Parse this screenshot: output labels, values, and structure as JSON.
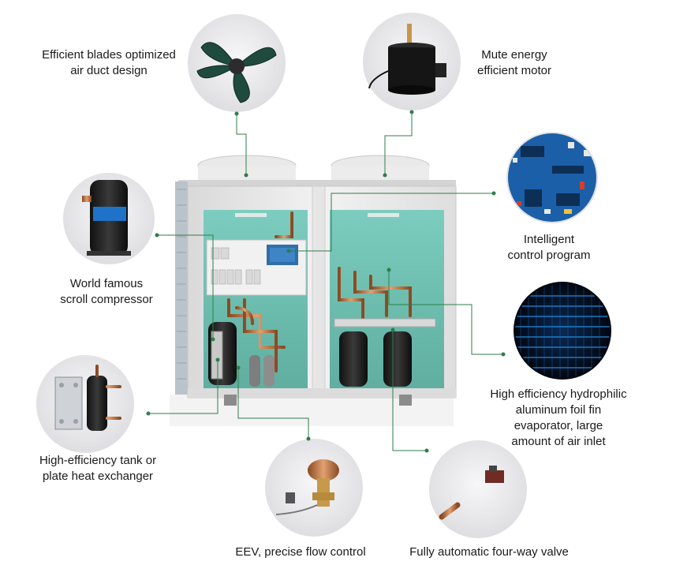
{
  "callouts": {
    "blades": [
      "Efficient blades optimized",
      "air duct design"
    ],
    "motor": [
      "Mute energy",
      "efficient motor"
    ],
    "compressor": [
      "World famous",
      "scroll compressor"
    ],
    "control": [
      "Intelligent",
      "control program"
    ],
    "evaporator": [
      "High efficiency hydrophilic",
      "aluminum foil fin",
      "evaporator, large",
      "amount of air inlet"
    ],
    "exchanger": [
      "High-efficiency tank or",
      "plate heat exchanger"
    ],
    "eev": [
      "EEV, precise flow control"
    ],
    "valve": [
      "Fully automatic four-way valve"
    ]
  },
  "colors": {
    "leader": "#2f7d4a",
    "cabinet": "#ececec",
    "interior": "#6fc2b5",
    "copper": "#b86a3a",
    "circle": "#e9e9ec",
    "fin_blue": "#1f8fe0"
  }
}
